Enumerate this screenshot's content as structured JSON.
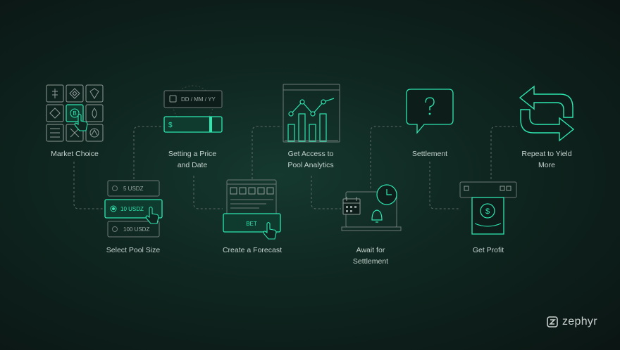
{
  "steps": {
    "market_choice": "Market Choice",
    "pool_size": "Select Pool Size",
    "price_date": "Setting a Price\nand Date",
    "forecast": "Create a Forecast",
    "analytics": "Get Access to\nPool Analytics",
    "await": "Await for\nSettlement",
    "settlement": "Settlement",
    "profit": "Get Profit",
    "repeat": "Repeat to Yield\nMore"
  },
  "pool_options": [
    "5 USDZ",
    "10 USDZ",
    "100 USDZ"
  ],
  "date_placeholder": "DD / MM / YY",
  "currency_symbol": "$",
  "bet_label": "BET",
  "brand": "zephyr",
  "colors": {
    "accent": "#2ee6b0",
    "line": "#6c7774",
    "text": "#c4d1cc"
  }
}
